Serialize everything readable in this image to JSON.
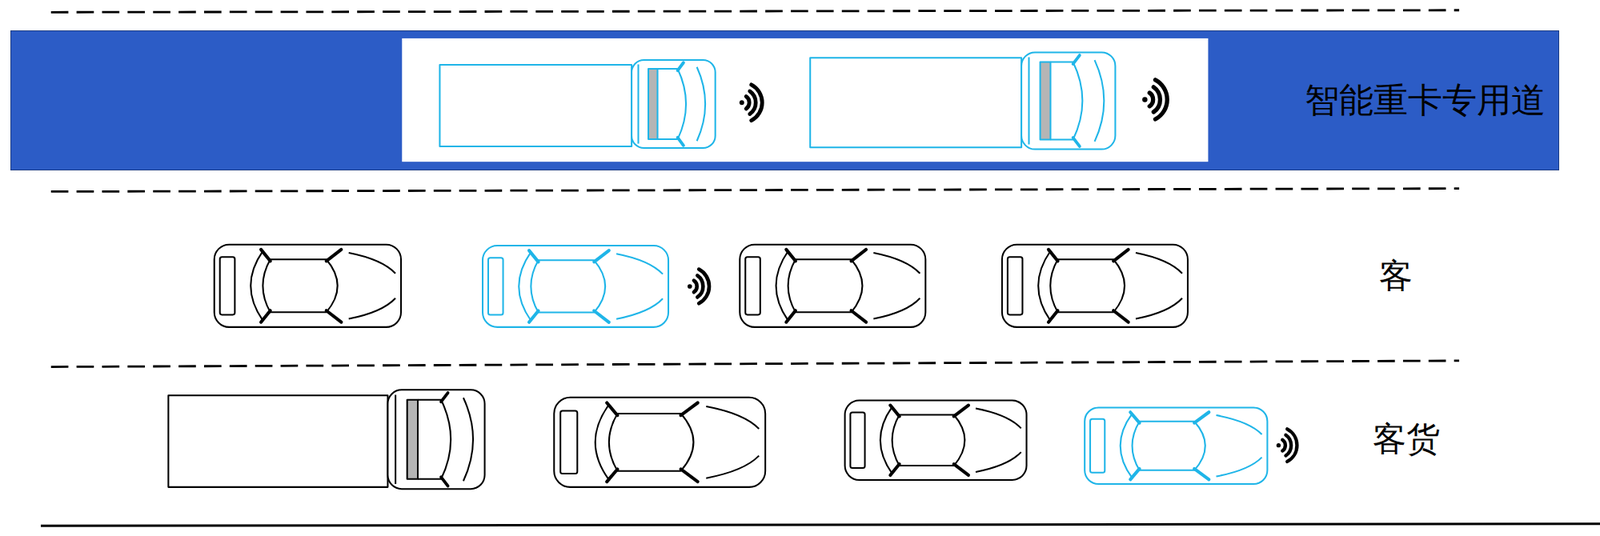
{
  "diagram": {
    "nodes": [
      {
        "text": [
          "智能重卡专用道"
        ]
      }
    ],
    "labels": [
      "客",
      "客货"
    ]
  }
}
